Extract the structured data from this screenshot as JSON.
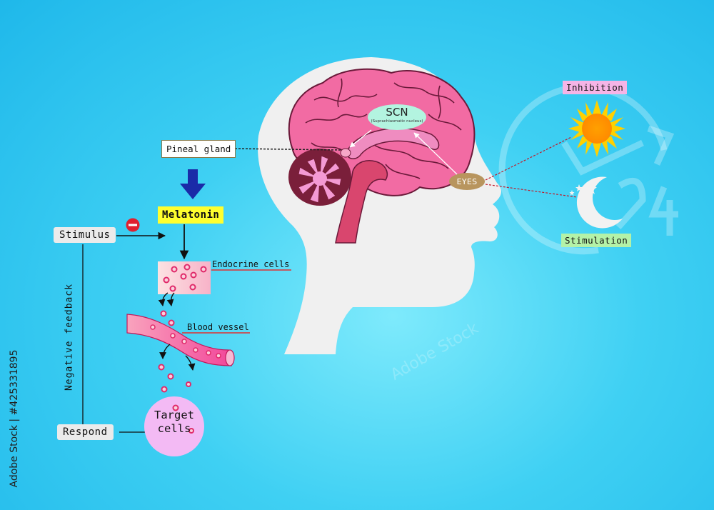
{
  "labels": {
    "scn": "SCN",
    "scn_full": "(Suprachiasmatic nucleus)",
    "eyes": "EYES",
    "pineal": "Pineal gland",
    "melatonin": "Melatonin",
    "stimulus": "Stimulus",
    "endocrine": "Endocrine cells",
    "blood_vessel": "Blood vessel",
    "target_cells": "Target cells",
    "respond": "Respond",
    "negative_feedback": "Negative feedback",
    "inhibition": "Inhibition",
    "stimulation": "Stimulation"
  },
  "watermark": {
    "side_text": "Adobe Stock | #425331895",
    "pattern_text": "Adobe Stock"
  },
  "colors": {
    "background": "#3fd0f3",
    "brain": "#f26ba3",
    "cerebellum": "#7a1f3a",
    "brainstem": "#d9466e",
    "head": "#f0f0f0",
    "sun": "#ffb300",
    "moon": "#f2f2f2",
    "melatonin_bg": "#ffff2e",
    "inhibition_bg": "#f6b4e6",
    "stimulation_bg": "#b4f2a8",
    "minus_sign": "#e0202f"
  },
  "icons": [
    "sun-icon",
    "moon-icon",
    "minus-icon",
    "brain-icon",
    "head-silhouette-icon"
  ]
}
